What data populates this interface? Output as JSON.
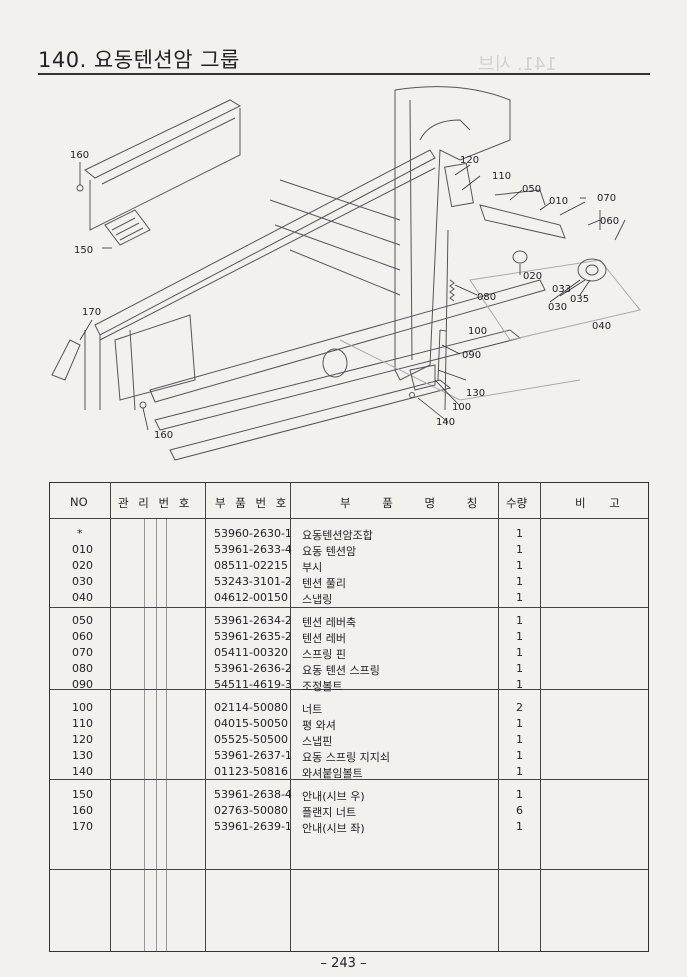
{
  "page_title": "140. 요동텐션암 그룹",
  "page_number": "– 243 –",
  "table": {
    "headers": {
      "no": "NO",
      "mgmt": "관 리 번 호",
      "part": "부 품 번 호",
      "name": "부 품 명 칭",
      "qty": "수량",
      "remark": "비 고"
    },
    "rows": [
      {
        "no": "*",
        "part": "53960-2630-1",
        "name": "요동텐션암조합",
        "qty": "1"
      },
      {
        "no": "010",
        "part": "53961-2633-4",
        "name": "요동 텐션암",
        "qty": "1"
      },
      {
        "no": "020",
        "part": "08511-02215",
        "name": "부시",
        "qty": "1"
      },
      {
        "no": "030",
        "part": "53243-3101-2",
        "name": "텐션 풀리",
        "qty": "1"
      },
      {
        "no": "040",
        "part": "04612-00150",
        "name": "스냅링",
        "qty": "1"
      },
      {
        "no": "050",
        "part": "53961-2634-2",
        "name": "텐션 레버축",
        "qty": "1"
      },
      {
        "no": "060",
        "part": "53961-2635-2",
        "name": "텐션 레버",
        "qty": "1"
      },
      {
        "no": "070",
        "part": "05411-00320",
        "name": "스프링 핀",
        "qty": "1"
      },
      {
        "no": "080",
        "part": "53961-2636-2",
        "name": "요동 텐션 스프링",
        "qty": "1"
      },
      {
        "no": "090",
        "part": "54511-4619-3",
        "name": "조정볼트",
        "qty": "1"
      },
      {
        "no": "100",
        "part": "02114-50080",
        "name": "너트",
        "qty": "2"
      },
      {
        "no": "110",
        "part": "04015-50050",
        "name": "평 와셔",
        "qty": "1"
      },
      {
        "no": "120",
        "part": "05525-50500",
        "name": "스냅핀",
        "qty": "1"
      },
      {
        "no": "130",
        "part": "53961-2637-1",
        "name": "요동 스프링 지지쇠",
        "qty": "1"
      },
      {
        "no": "140",
        "part": "01123-50816",
        "name": "와셔붙임볼트",
        "qty": "1"
      },
      {
        "no": "150",
        "part": "53961-2638-4",
        "name": "안내(시브 우)",
        "qty": "1"
      },
      {
        "no": "160",
        "part": "02763-50080",
        "name": "플랜지 너트",
        "qty": "6"
      },
      {
        "no": "170",
        "part": "53961-2639-1",
        "name": "안내(시브 좌)",
        "qty": "1"
      }
    ]
  },
  "callouts": {
    "c010": "010",
    "c020": "020",
    "c030": "030",
    "c033": "033",
    "c035": "035",
    "c040": "040",
    "c050": "050",
    "c060": "060",
    "c070": "070",
    "c080": "080",
    "c090": "090",
    "c100a": "100",
    "c100b": "100",
    "c110": "110",
    "c120": "120",
    "c130": "130",
    "c140": "140",
    "c150": "150",
    "c160a": "160",
    "c160b": "160",
    "c170": "170"
  }
}
